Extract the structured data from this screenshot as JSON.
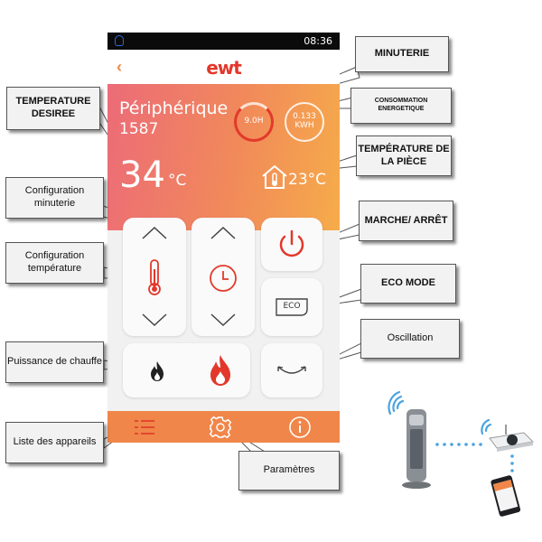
{
  "status_bar": {
    "time": "08:36"
  },
  "app": {
    "brand": "ewt",
    "device_name": "Périphérique",
    "device_id": "1587",
    "set_temperature": "34",
    "temperature_unit": "°C",
    "timer_value": "9.0H",
    "energy_value": "0.133",
    "energy_unit": "KWH",
    "room_temperature": "23°C",
    "eco_label": "ECO"
  },
  "icons": [
    "back-arrow-icon",
    "timer-ring-icon",
    "energy-ring-icon",
    "house-thermometer-icon",
    "chevron-up-icon",
    "chevron-down-icon",
    "thermometer-icon",
    "clock-icon",
    "power-icon",
    "eco-icon",
    "flame-small-icon",
    "flame-large-icon",
    "oscillation-icon",
    "device-list-icon",
    "settings-gear-icon",
    "info-icon",
    "wifi-icon",
    "heater-tower",
    "router",
    "smartphone"
  ],
  "callouts": {
    "temperature_desiree": "TEMPERATURE DESIREE",
    "minuterie": "MINUTERIE",
    "consommation": "CONSOMMATION ENERGETIQUE",
    "temperature_piece": "TEMPÉRATURE DE LA PIÈCE",
    "config_minuterie": "Configuration minuterie",
    "config_temperature": "Configuration température",
    "marche_arret": "MARCHE/ ARRÊT",
    "eco_mode": "ECO MODE",
    "puissance": "Puissance de chauffe",
    "oscillation": "Oscillation",
    "liste": "Liste des appareils",
    "parametres": "Paramètres"
  },
  "colors": {
    "accent_orange": "#f0864a",
    "accent_red": "#e2382b",
    "gradient_start": "#ec6b78",
    "gradient_end": "#f6ac4a",
    "wifi_blue": "#4aa3e0"
  }
}
